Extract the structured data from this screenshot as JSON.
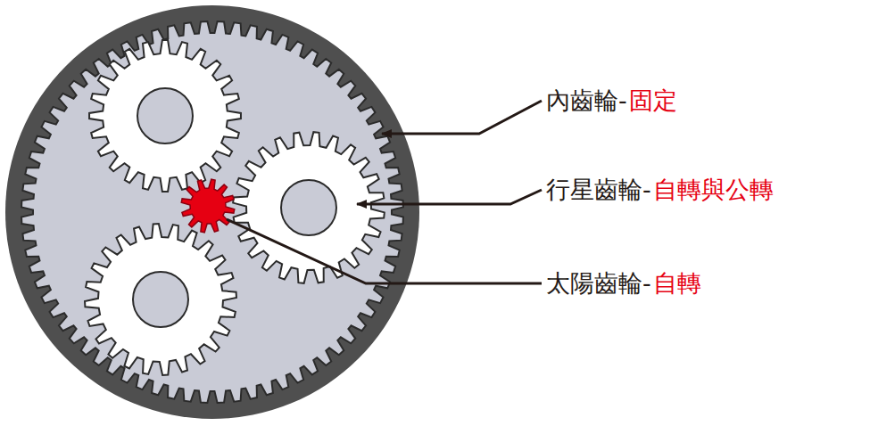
{
  "diagram": {
    "labels": [
      "內齒輪-",
      "固定",
      "行星齒輪-",
      "自轉與公轉",
      "太陽齒輪-",
      "自轉"
    ]
  }
}
